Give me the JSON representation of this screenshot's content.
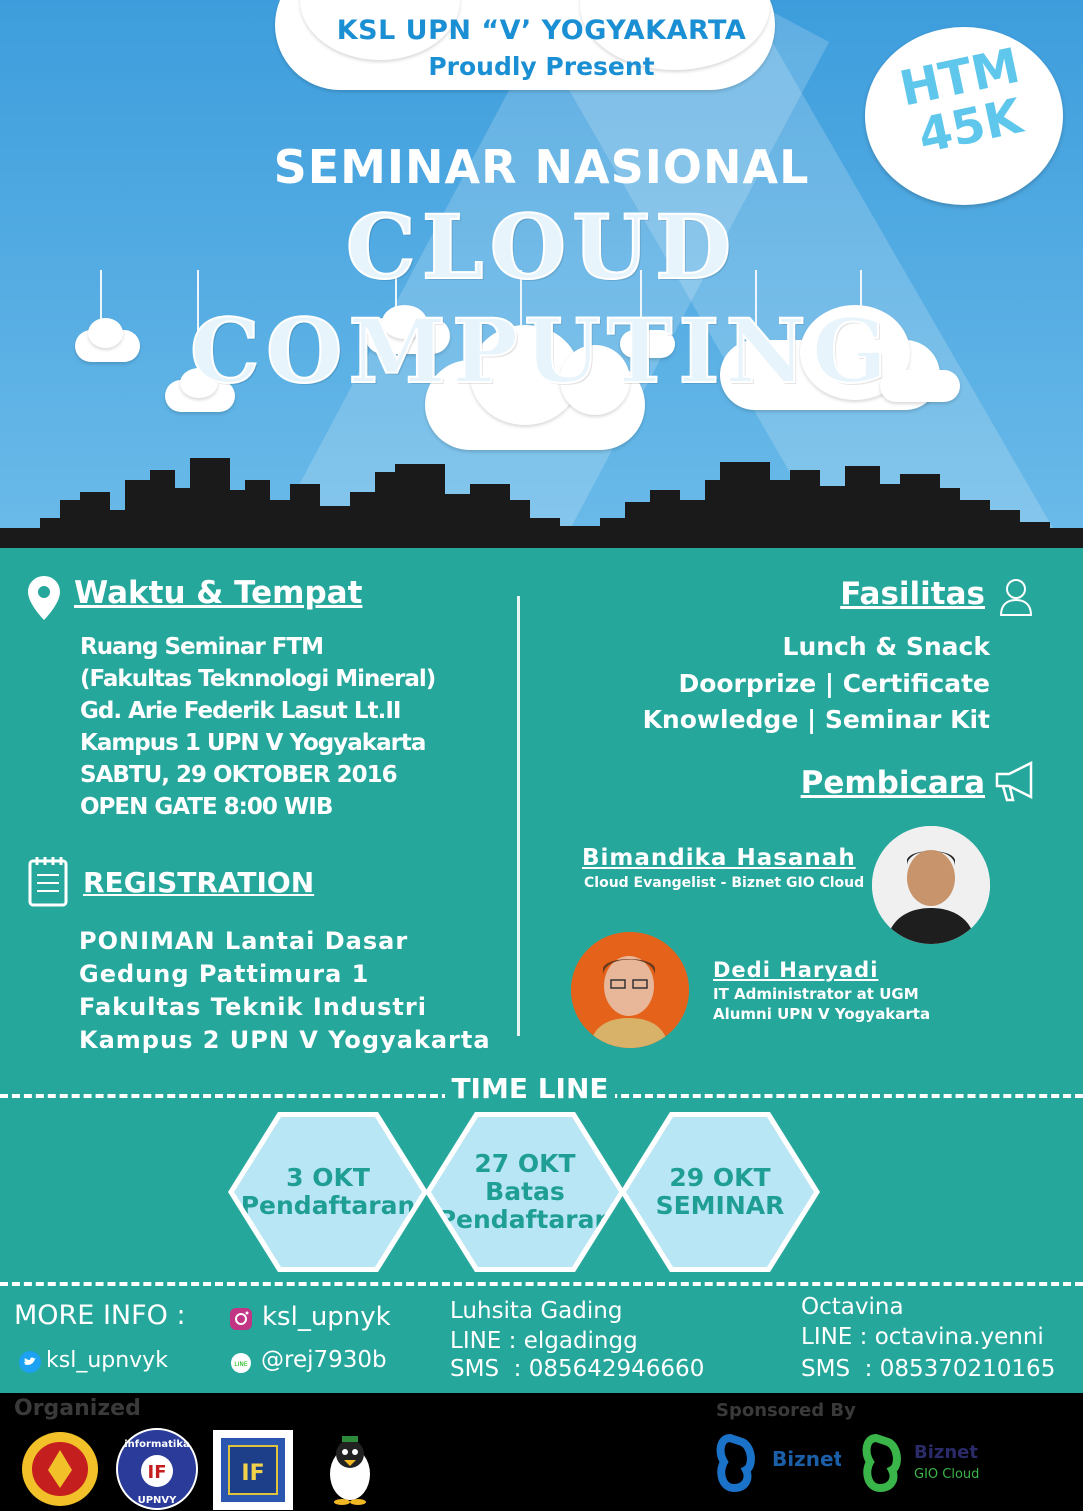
{
  "header": {
    "org": "KSL UPN “V’ YOGYAKARTA",
    "present": "Proudly Present",
    "htm_line1": "HTM",
    "htm_line2": "45K",
    "seminar": "SEMINAR NASIONAL",
    "title": "CLOUD COMPUTING"
  },
  "venue": {
    "heading": "Waktu & Tempat",
    "lines": [
      "Ruang Seminar FTM",
      "(Fakultas Teknnologi Mineral)",
      "Gd. Arie Federik Lasut Lt.II",
      "Kampus 1 UPN V Yogyakarta",
      "SABTU, 29 OKTOBER 2016",
      "OPEN GATE 8:00 WIB"
    ]
  },
  "registration": {
    "heading": "REGISTRATION",
    "lines": [
      "PONIMAN Lantai Dasar",
      "Gedung Pattimura 1",
      "Fakultas Teknik Industri",
      "Kampus 2 UPN V Yogyakarta"
    ]
  },
  "facilities": {
    "heading": "Fasilitas",
    "lines": [
      "Lunch & Snack",
      "Doorprize | Certificate",
      "Knowledge | Seminar Kit"
    ]
  },
  "speakers": {
    "heading": "Pembicara",
    "items": [
      {
        "name": "Bimandika Hasanah",
        "role": "Cloud Evangelist - Biznet GIO Cloud"
      },
      {
        "name": "Dedi Haryadi",
        "role": "IT Administrator at UGM",
        "role2": "Alumni UPN V Yogyakarta"
      }
    ]
  },
  "timeline": {
    "heading": "TIME LINE",
    "items": [
      {
        "date": "3 OKT",
        "label": "Pendaftaran"
      },
      {
        "date": "27 OKT",
        "label": "Batas",
        "label2": "Pendaftaran"
      },
      {
        "date": "29 OKT",
        "label": "SEMINAR"
      }
    ]
  },
  "contact": {
    "more_info": "MORE INFO :",
    "instagram": "ksl_upnyk",
    "twitter": "ksl_upnvyk",
    "line_id": "@rej7930b",
    "person1": {
      "name": "Luhsita Gading",
      "line": "LINE : elgadingg",
      "sms": "SMS  : 085642946660"
    },
    "person2": {
      "name": "Octavina",
      "line": "LINE : octavina.yenni",
      "sms": "SMS  : 085370210165"
    }
  },
  "footer": {
    "organized": "Organized",
    "sponsored": "Sponsored By",
    "logo_if_text": "IF",
    "logo_informatika": "informatika",
    "logo_upnvy": "UPNVY",
    "sponsor1": "Biznet",
    "sponsor2": "Biznet",
    "sponsor2_sub": "GIO Cloud"
  },
  "colors": {
    "sky": "#3d9ddc",
    "teal": "#26a79c",
    "hex_fill": "#b9e6f4",
    "accent_text": "#1a8fd3"
  }
}
